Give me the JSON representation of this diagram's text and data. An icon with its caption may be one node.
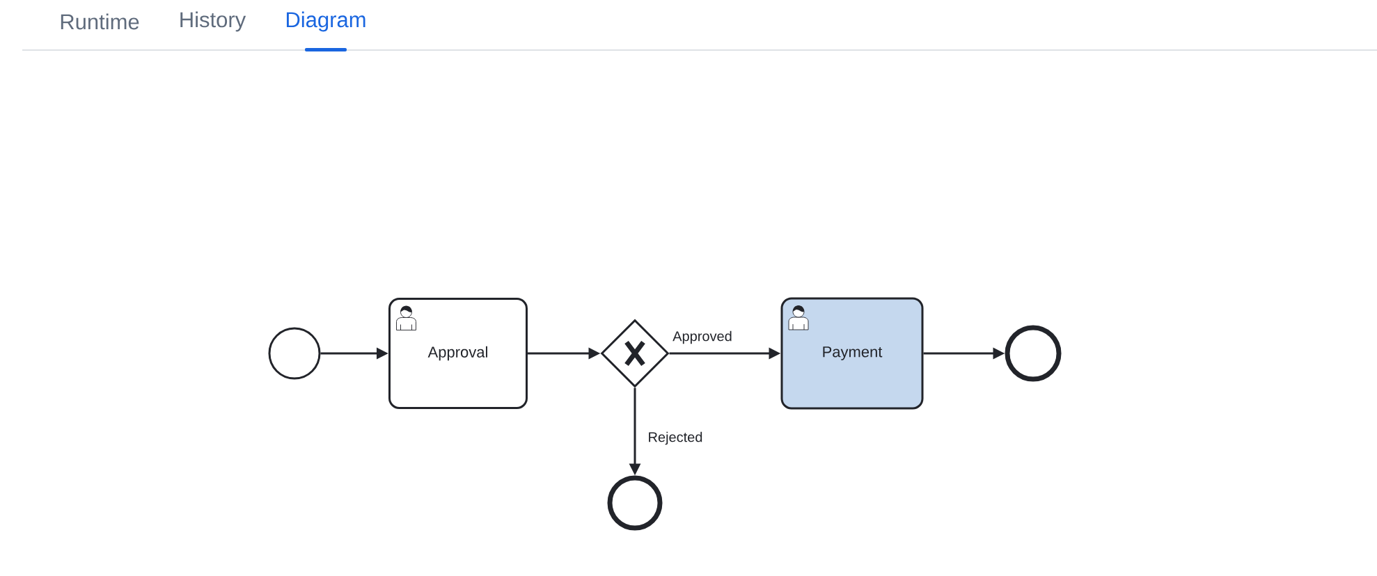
{
  "diagram": {
    "nodes": [
      {
        "text": [],
        "shape": "circle"
      },
      {
        "text": [
          "Approval"
        ]
      },
      {
        "text": [],
        "shape": "diamond"
      },
      {
        "text": [
          "Payment"
        ]
      },
      {
        "text": [],
        "shape": "circle"
      },
      {
        "text": [],
        "shape": "circle"
      }
    ],
    "edges": [
      {
        "from": 0,
        "to": 1,
        "arrow": "to"
      },
      {
        "from": 1,
        "to": 2,
        "arrow": "to"
      },
      {
        "from": 2,
        "to": 3,
        "arrow": "to",
        "label": "Approved"
      },
      {
        "from": 3,
        "to": 4,
        "arrow": "to"
      },
      {
        "from": 2,
        "to": 5,
        "arrow": "to",
        "label": "Rejected"
      }
    ],
    "labels": [
      "Runtime",
      "History",
      "Diagram"
    ]
  }
}
